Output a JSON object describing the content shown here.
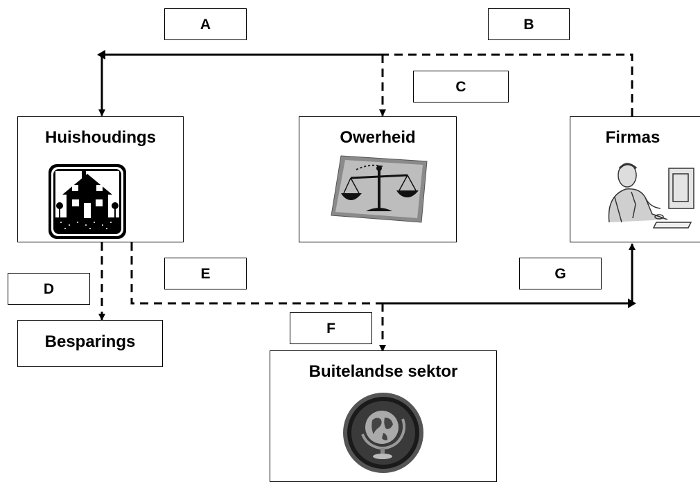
{
  "labels": {
    "a": "A",
    "b": "B",
    "c": "C",
    "d": "D",
    "e": "E",
    "f": "F",
    "g": "G"
  },
  "nodes": {
    "households": "Huishoudings",
    "government": "Owerheid",
    "firms": "Firmas",
    "savings": "Besparings",
    "foreign": "Buitelandse sektor"
  },
  "icons": {
    "households": "house-icon",
    "government": "scales-of-justice-icon",
    "firms": "businessman-at-computer-icon",
    "foreign": "globe-icon"
  }
}
